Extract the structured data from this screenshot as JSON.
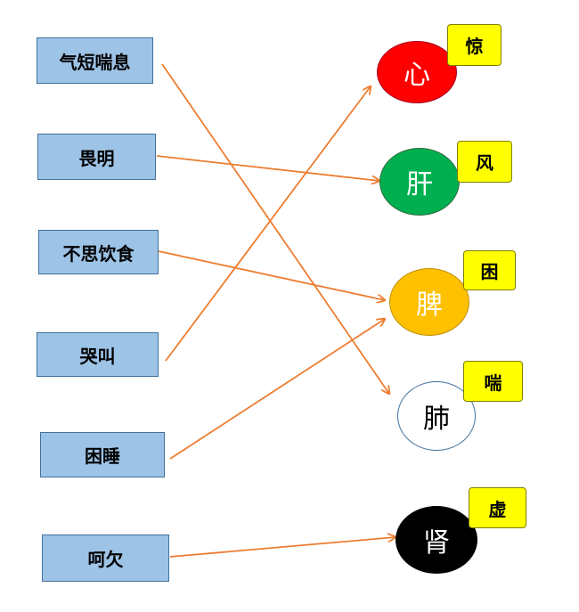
{
  "symptoms": [
    "气短喘息",
    "畏明",
    "不思饮食",
    "哭叫",
    "困睡",
    "呵欠"
  ],
  "organs": [
    {
      "label": "心",
      "fill": "#ff0000",
      "text_color": "#ffffff",
      "border": "#a50021"
    },
    {
      "label": "肝",
      "fill": "#00b050",
      "text_color": "#ffffff",
      "border": "#2e6b3a"
    },
    {
      "label": "脾",
      "fill": "#ffc000",
      "text_color": "#ffffff",
      "border": "#bf8f00"
    },
    {
      "label": "肺",
      "fill": "#ffffff",
      "text_color": "#000000",
      "border": "#41719c"
    },
    {
      "label": "肾",
      "fill": "#000000",
      "text_color": "#ffffff",
      "border": "#000000"
    }
  ],
  "tags": [
    "惊",
    "风",
    "困",
    "喘",
    "虚"
  ],
  "connections": [
    {
      "from": 0,
      "to": 3
    },
    {
      "from": 1,
      "to": 1
    },
    {
      "from": 2,
      "to": 2
    },
    {
      "from": 3,
      "to": 0
    },
    {
      "from": 4,
      "to": 2
    },
    {
      "from": 5,
      "to": 4
    }
  ],
  "colors": {
    "arrow": "#ed7d31",
    "box_fill": "#9dc3e6",
    "tag_fill": "#ffff00"
  }
}
